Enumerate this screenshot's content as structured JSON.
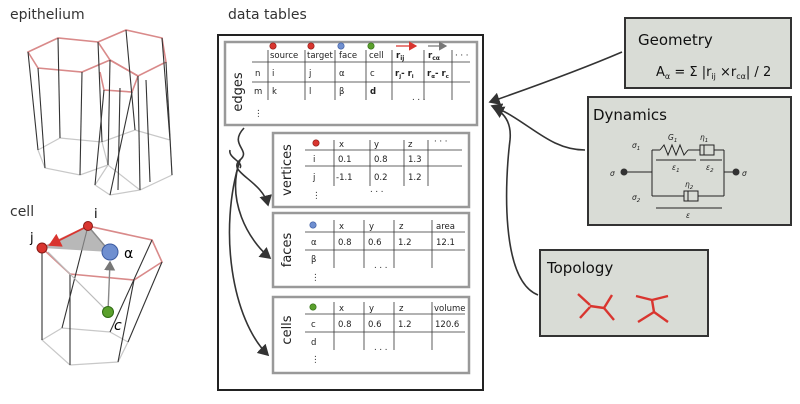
{
  "labels": {
    "epithelium": "epithelium",
    "cell": "cell",
    "data_tables": "data tables"
  },
  "cell_vertices": {
    "i": "i",
    "j": "j",
    "alpha": "α",
    "c": "c"
  },
  "edges_table": {
    "name": "edges",
    "headers": [
      "source",
      "target",
      "face",
      "cell",
      "r",
      "r",
      "· · ·"
    ],
    "header_subscripts": [
      "",
      "",
      "",
      "",
      "ij",
      "cα",
      ""
    ],
    "rows": [
      [
        "n",
        "i",
        "j",
        "α",
        "c",
        "r",
        "r",
        ""
      ],
      [
        "m",
        "k",
        "l",
        "β",
        "d",
        "",
        "",
        ". . ."
      ]
    ],
    "row0_formulas": [
      "r",
      "- r",
      "r",
      "- r"
    ],
    "row0_subs": [
      "j",
      "i",
      "α",
      "c"
    ],
    "more_rows": "⋮"
  },
  "vertices_table": {
    "name": "vertices",
    "headers": [
      "x",
      "y",
      "z",
      "· · ·"
    ],
    "rows": [
      [
        "i",
        "0.1",
        "0.8",
        "1.3"
      ],
      [
        "j",
        "-1.1",
        "0.2",
        "1.2"
      ]
    ],
    "ellipsis": ". . .",
    "more_rows": "⋮"
  },
  "faces_table": {
    "name": "faces",
    "headers": [
      "x",
      "y",
      "z",
      "area"
    ],
    "rows": [
      [
        "α",
        "0.8",
        "0.6",
        "1.2",
        "12.1"
      ],
      [
        "β",
        "",
        "",
        "",
        ""
      ]
    ],
    "ellipsis": ". . .",
    "more_rows": "⋮"
  },
  "cells_table": {
    "name": "cells",
    "headers": [
      "x",
      "y",
      "z",
      "volume"
    ],
    "rows": [
      [
        "c",
        "0.8",
        "0.6",
        "1.2",
        "120.6"
      ],
      [
        "d",
        "",
        "",
        "",
        ""
      ]
    ],
    "ellipsis": ". . .",
    "more_rows": "⋮"
  },
  "geometry": {
    "title": "Geometry",
    "formula_parts": [
      "A",
      "α",
      " = Σ |r",
      "ij",
      " ×r",
      "cα",
      "| / 2"
    ]
  },
  "dynamics": {
    "title": "Dynamics",
    "labels": {
      "G1": "G",
      "G1_sub": "1",
      "eta1": "η",
      "eta1_sub": "1",
      "eta2": "η",
      "eta2_sub": "2",
      "sigma1": "σ",
      "sigma1_sub": "1",
      "sigma2": "σ",
      "sigma2_sub": "2",
      "eps1": "ε",
      "eps1_sub": "1",
      "eps2": "ε",
      "eps2_sub": "2",
      "sigma_left": "σ",
      "sigma_right": "σ",
      "eps": "ε"
    }
  },
  "topology": {
    "title": "Topology"
  },
  "colors": {
    "red": "#d9352f",
    "blue": "#6f8fd0",
    "green": "#5aa02c",
    "box_fill": "#d9dcd6",
    "pink_edge": "#d98a8a"
  }
}
